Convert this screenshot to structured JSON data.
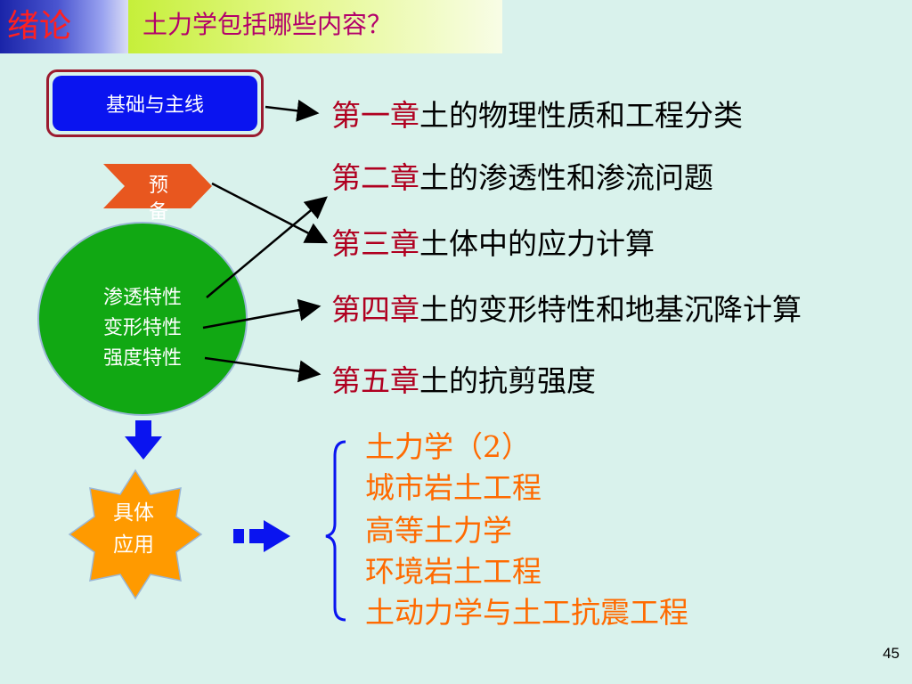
{
  "header": {
    "section": "绪论",
    "question": "土力学包括哪些内容？"
  },
  "diagram": {
    "basis_label": "基础与主线",
    "prep_label": "预备",
    "properties": [
      "渗透特性",
      "变形特性",
      "强度特性"
    ],
    "application_label": [
      "具体",
      "应用"
    ]
  },
  "chapters": [
    {
      "number": "第一章",
      "title": "土的物理性质和工程分类"
    },
    {
      "number": "第二章",
      "title": "土的渗透性和渗流问题"
    },
    {
      "number": "第三章",
      "title": "土体中的应力计算"
    },
    {
      "number": "第四章",
      "title": "土的变形特性和地基沉降计算"
    },
    {
      "number": "第五章",
      "title": "土的抗剪强度"
    }
  ],
  "courses": [
    "土力学（2）",
    "城市岩土工程",
    "高等土力学",
    "环境岩土工程",
    "土动力学与土工抗震工程"
  ],
  "page_number": "45",
  "colors": {
    "background": "#d9f2ec",
    "chapter_number": "#b00020",
    "course_text": "#ff6a00",
    "ellipse_fill": "#11a813",
    "star_fill": "#ff9a00",
    "arrow_blue": "#0a14f0"
  }
}
